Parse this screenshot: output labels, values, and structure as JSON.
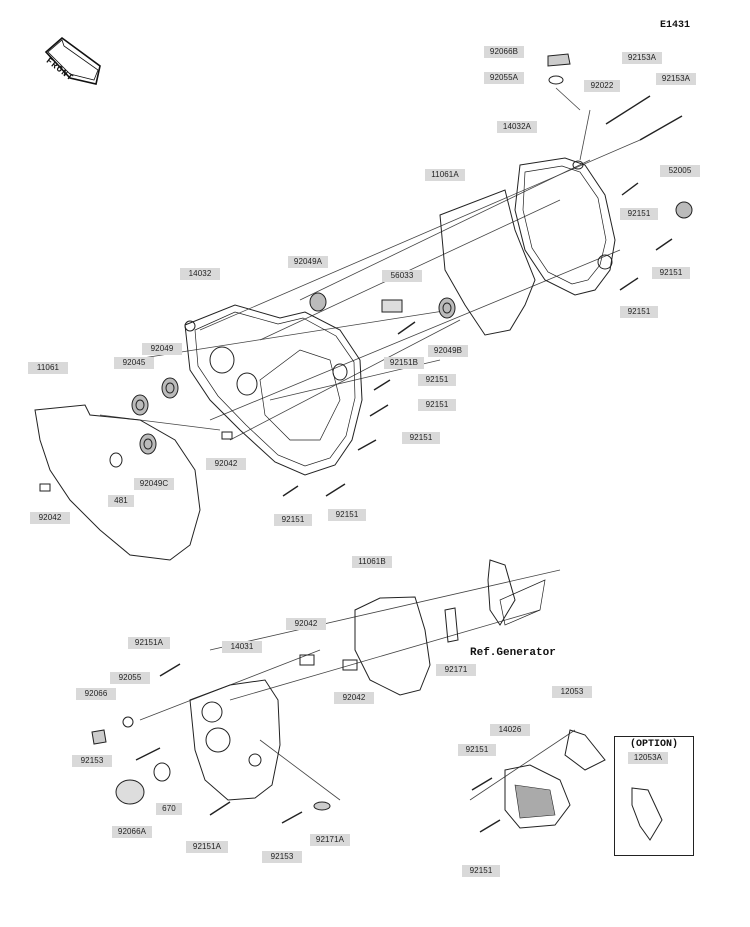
{
  "diagram_code": "E1431",
  "front_marker": "FRONT",
  "ref_text": "Ref.Generator",
  "option_title": "(OPTION)",
  "labels": {
    "p92066B": "92066B",
    "p92055A": "92055A",
    "p92022": "92022",
    "p92153A_1": "92153A",
    "p92153A_2": "92153A",
    "p14032A": "14032A",
    "p11061A": "11061A",
    "p52005": "52005",
    "p92151_r1": "92151",
    "p92151_r2": "92151",
    "p92151_r3": "92151",
    "p92049A": "92049A",
    "p56033": "56033",
    "p14032": "14032",
    "p92049": "92049",
    "p92045": "92045",
    "p92151B": "92151B",
    "p92049B": "92049B",
    "p92151_m1": "92151",
    "p92151_m2": "92151",
    "p92151_m3": "92151",
    "p11061": "11061",
    "p92042_m": "92042",
    "p92049C": "92049C",
    "p481": "481",
    "p92042_l": "92042",
    "p92151_b1": "92151",
    "p92151_b2": "92151",
    "p11061B": "11061B",
    "p92151A_t": "92151A",
    "p14031": "14031",
    "p92042_lt": "92042",
    "p92055": "92055",
    "p92066": "92066",
    "p92171": "92171",
    "p92042_lb": "92042",
    "p92153": "92153",
    "p670": "670",
    "p92066A": "92066A",
    "p92151A_b": "92151A",
    "p92153_b": "92153",
    "p92171A": "92171A",
    "p12053": "12053",
    "p14026": "14026",
    "p92151_s1": "92151",
    "p12053A": "12053A",
    "p92151_s2": "92151"
  }
}
